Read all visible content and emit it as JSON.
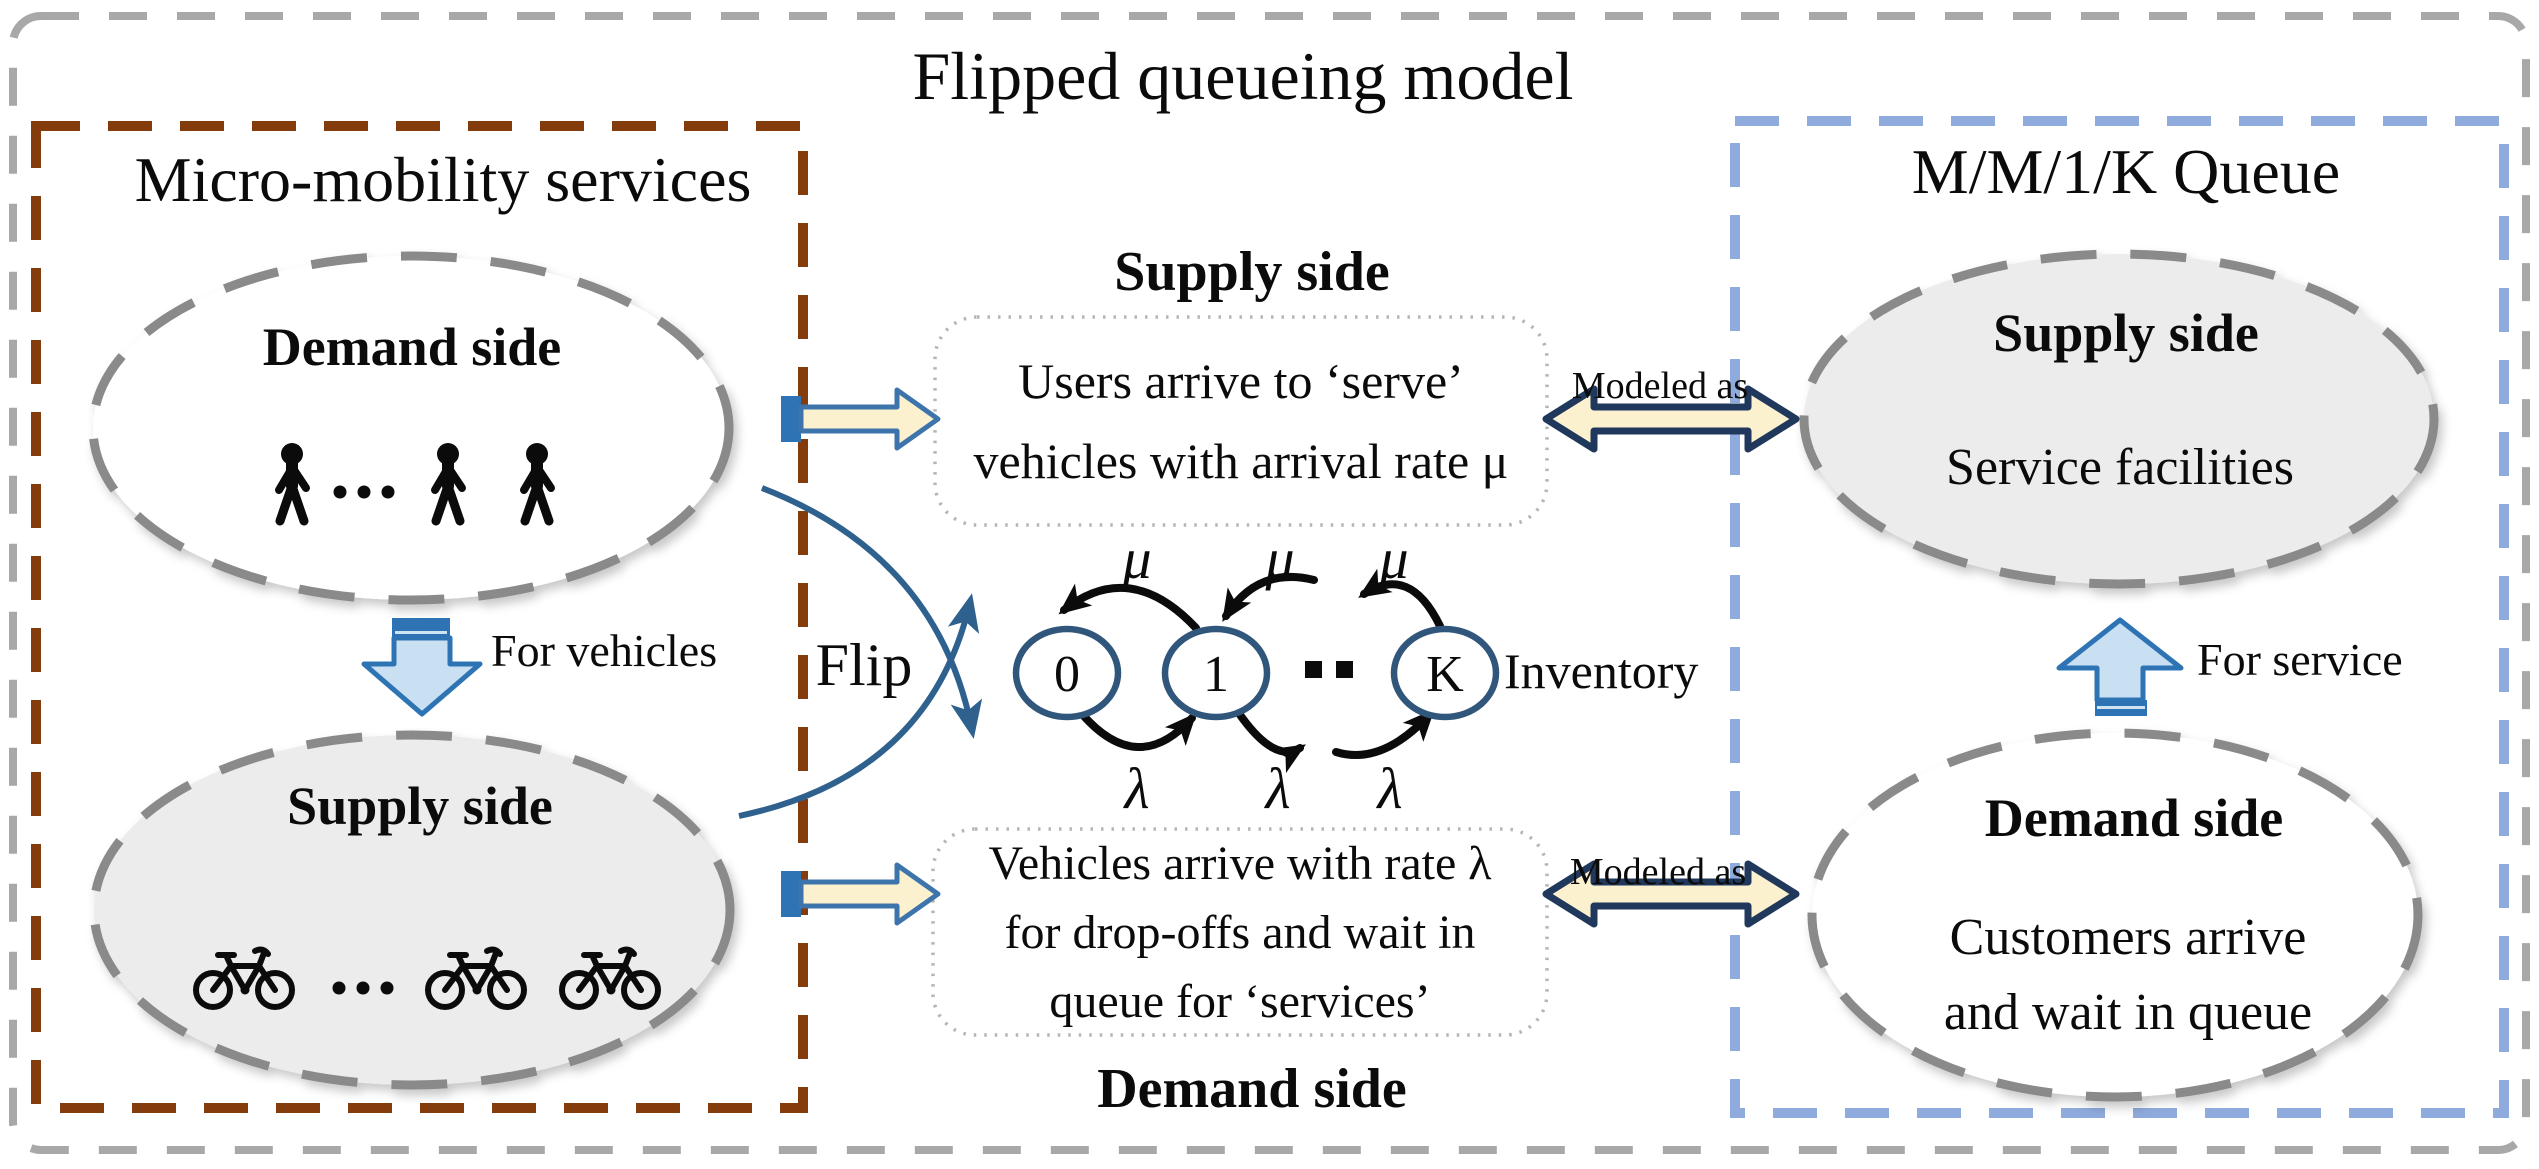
{
  "title": "Flipped queueing model",
  "left_panel": {
    "title": "Micro-mobility services",
    "demand_ellipse": {
      "title": "Demand side",
      "icon": "person-icon",
      "ellipsis": "···"
    },
    "arrow_label": "For vehicles",
    "supply_ellipse": {
      "title": "Supply side",
      "icon": "bicycle-icon",
      "ellipsis": "···"
    }
  },
  "center": {
    "supply_heading": "Supply side",
    "supply_note_lines": [
      "Users arrive to ‘serve’",
      "vehicles with arrival rate μ"
    ],
    "flip_label": "Flip",
    "modeled_as_label": "Modeled as",
    "markov_chain": {
      "states": [
        "0",
        "1",
        "K"
      ],
      "ellipsis": "▪▪",
      "axis_label": "Inventory",
      "upper_rate": "μ",
      "lower_rate": "λ",
      "transitions": [
        {
          "from": "1",
          "to": "0",
          "rate": "μ"
        },
        {
          "from": "..",
          "to": "1",
          "rate": "μ"
        },
        {
          "from": "K",
          "to": "..",
          "rate": "μ"
        },
        {
          "from": "0",
          "to": "1",
          "rate": "λ"
        },
        {
          "from": "1",
          "to": "..",
          "rate": "λ"
        },
        {
          "from": "..",
          "to": "K",
          "rate": "λ"
        }
      ]
    },
    "demand_note_lines": [
      "Vehicles arrive with rate λ",
      "for drop-offs and wait in",
      "queue for ‘services’"
    ],
    "demand_heading": "Demand side"
  },
  "right_panel": {
    "title": "M/M/1/K Queue",
    "supply_ellipse": {
      "title": "Supply side",
      "subtitle": "Service facilities"
    },
    "arrow_label": "For service",
    "demand_ellipse": {
      "title": "Demand side",
      "lines": [
        "Customers arrive",
        "and wait in queue"
      ]
    }
  },
  "colors": {
    "outer_border": "#A8A8A8",
    "left_box_border": "#843C0C",
    "right_box_border": "#8FAADC",
    "ellipse_border": "#8A8A8A",
    "ellipse_fill_gray": "#ECECEC",
    "block_arrow_fill": "#FCF1CE",
    "block_arrow_stroke": "#2E74B5",
    "modeled_arrow_stroke": "#20385C",
    "flow_arrow_fill": "#C9DFF2",
    "flip_arrow": "#2F618F",
    "state_stroke": "#30567C"
  }
}
